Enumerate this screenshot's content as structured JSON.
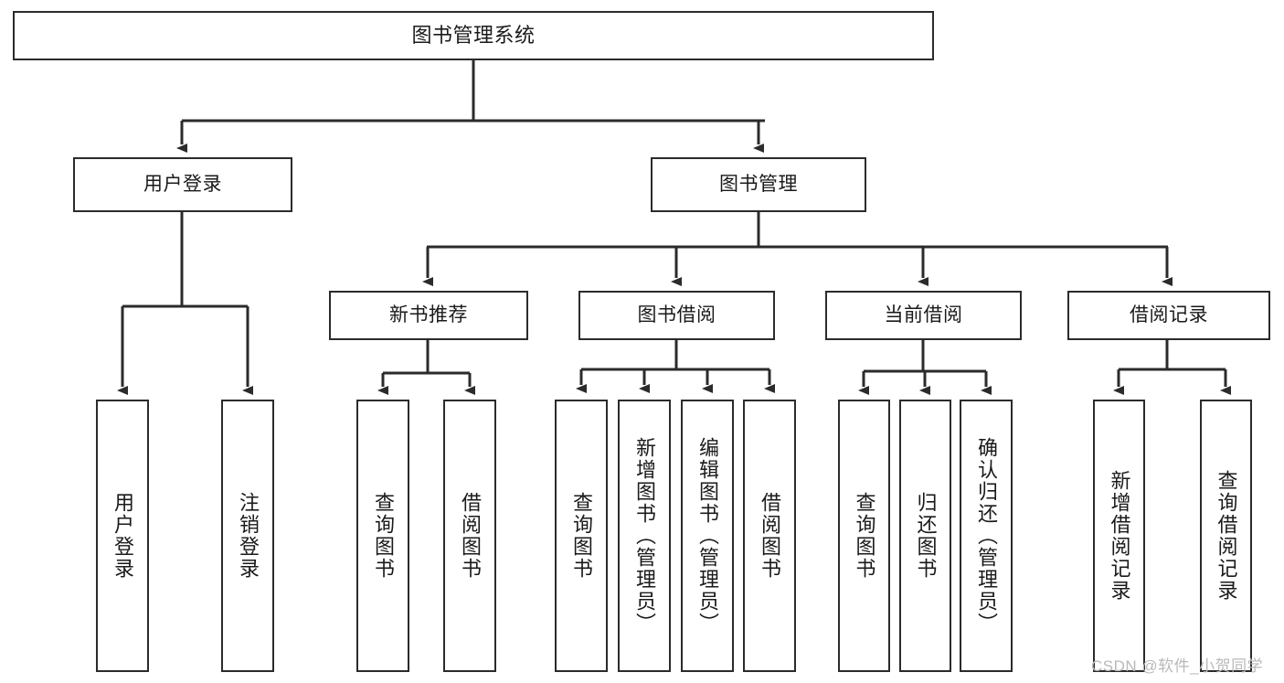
{
  "diagram": {
    "title": "图书管理系统",
    "type": "tree-hierarchy-diagram",
    "colors": {
      "box_border": "#2b2b2b",
      "box_fill": "#ffffff",
      "connector": "#2b2b2b",
      "text": "#1a1a1a",
      "watermark": "#b9b9b9",
      "background": "#ffffff"
    },
    "nodes": {
      "root": {
        "label": "图书管理系统"
      },
      "level2": [
        {
          "label": "用户登录"
        },
        {
          "label": "图书管理"
        }
      ],
      "level3": [
        {
          "label": "新书推荐"
        },
        {
          "label": "图书借阅"
        },
        {
          "label": "当前借阅"
        },
        {
          "label": "借阅记录"
        }
      ],
      "leaves": {
        "user_login": [
          {
            "label": "用户登录"
          },
          {
            "label": "注销登录"
          }
        ],
        "new_book_recommend": [
          {
            "label": "查询图书"
          },
          {
            "label": "借阅图书"
          }
        ],
        "book_borrow": [
          {
            "label": "查询图书"
          },
          {
            "label": "新增图书（管理员）"
          },
          {
            "label": "编辑图书（管理员）"
          },
          {
            "label": "借阅图书"
          }
        ],
        "current_borrow": [
          {
            "label": "查询图书"
          },
          {
            "label": "归还图书"
          },
          {
            "label": "确认归还（管理员）"
          }
        ],
        "borrow_record": [
          {
            "label": "新增借阅记录"
          },
          {
            "label": "查询借阅记录"
          }
        ]
      }
    },
    "watermark": "CSDN @软件_小贺同学"
  }
}
